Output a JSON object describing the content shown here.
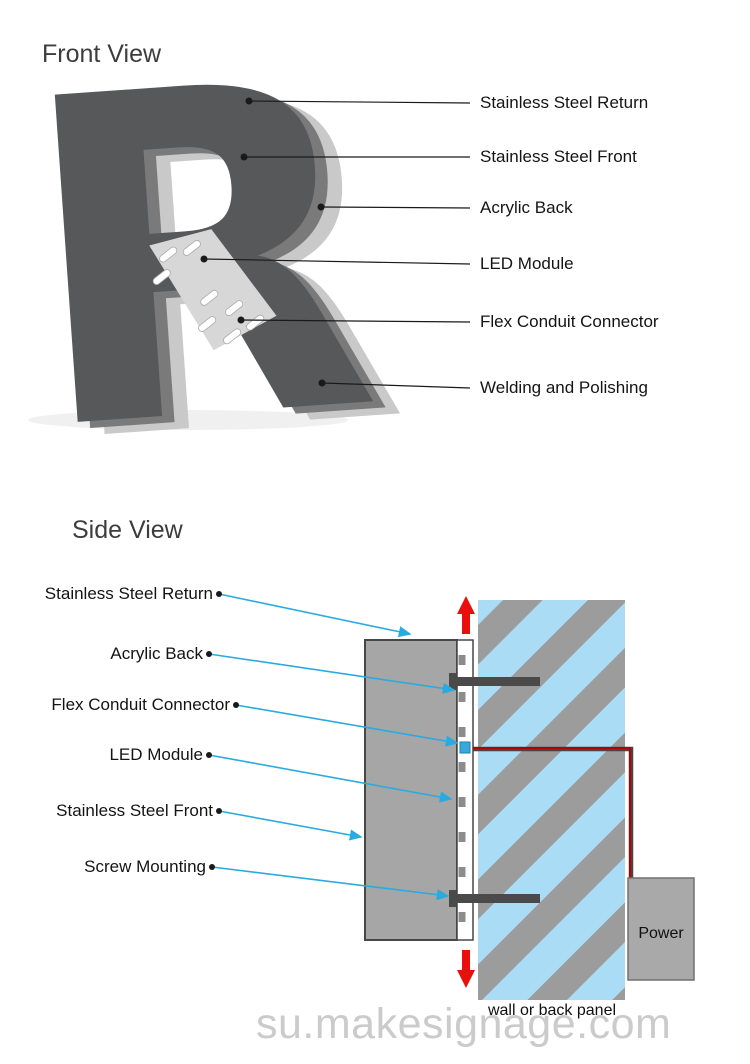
{
  "front_view": {
    "title": "Front View",
    "letter": "R",
    "callouts": [
      {
        "label": "Stainless Steel Return"
      },
      {
        "label": "Stainless Steel Front"
      },
      {
        "label": "Acrylic Back"
      },
      {
        "label": "LED Module"
      },
      {
        "label": "Flex Conduit Connector"
      },
      {
        "label": "Welding and Polishing"
      }
    ]
  },
  "side_view": {
    "title": "Side View",
    "callouts": [
      {
        "label": "Stainless Steel Return"
      },
      {
        "label": "Acrylic Back"
      },
      {
        "label": "Flex Conduit Connector"
      },
      {
        "label": "LED Module"
      },
      {
        "label": "Stainless Steel Front"
      },
      {
        "label": "Screw Mounting"
      }
    ],
    "power_label": "Power",
    "wall_caption": "wall or back panel"
  },
  "watermark": "su.makesignage.com",
  "colors": {
    "leader_cyan": "#29abe2",
    "arrow_red": "#e8100c",
    "letter_front": "#57585a",
    "letter_mid": "#7a7a7a",
    "letter_back": "#c9c9c9",
    "wall_blue": "#abdcf6",
    "stripe_gray": "#9c9c9c",
    "metal_gray": "#a6a6a6",
    "wire_red": "#b30000"
  }
}
